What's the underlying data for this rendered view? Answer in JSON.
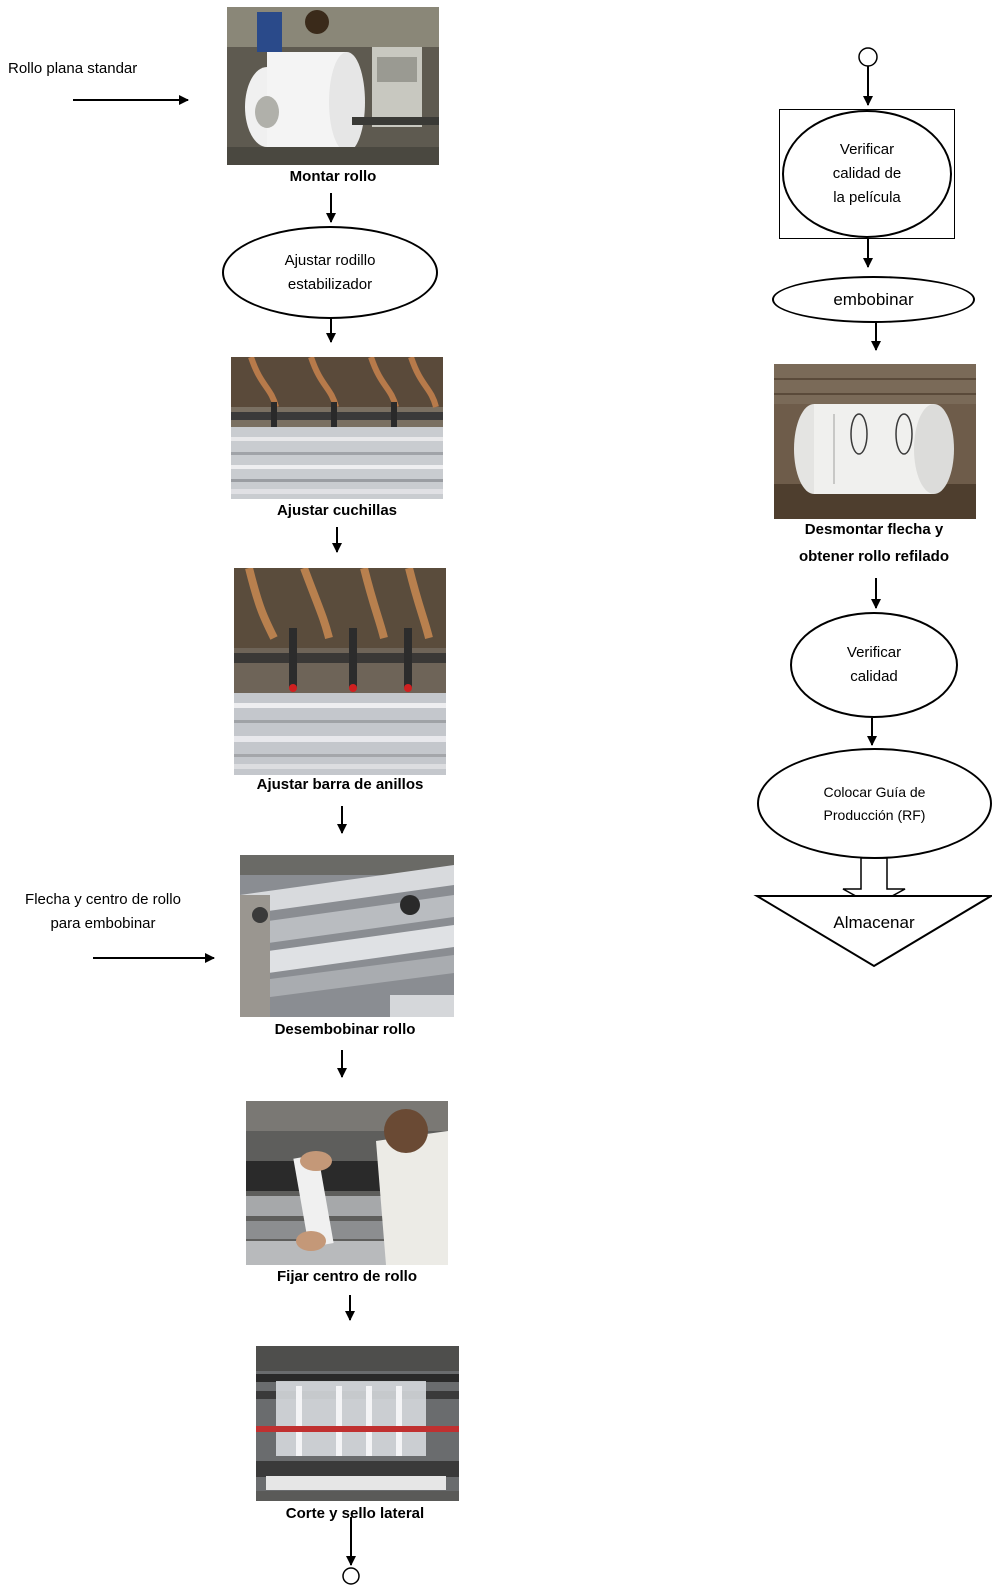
{
  "left": {
    "input1_label": "Rollo plana standar",
    "input2_label": "Flecha y centro de rollo para embobinar",
    "steps": [
      {
        "caption": "Montar rollo",
        "photo": "white-film-roll-on-machine"
      },
      {
        "ellipse": "Ajustar rodillo\nestabilizador"
      },
      {
        "caption": "Ajustar cuchillas",
        "photo": "slitter-knives"
      },
      {
        "caption": "Ajustar barra de anillos",
        "photo": "ring-bar"
      },
      {
        "caption": "Desembobinar rollo",
        "photo": "unwinding-rollers"
      },
      {
        "caption": "Fijar centro de rollo",
        "photo": "worker-fixing-core"
      },
      {
        "caption": "Corte y sello  lateral",
        "photo": "cut-and-seal"
      }
    ]
  },
  "right": {
    "verify_film": "Verificar\ncalidad de\nla película",
    "wind": "embobinar",
    "dismount_caption_1": "Desmontar flecha y",
    "dismount_caption_2": "obtener rollo refilado",
    "verify_quality": "Verificar\ncalidad",
    "place_guide": "Colocar Guía de\nProducción (RF)",
    "store": "Almacenar"
  }
}
